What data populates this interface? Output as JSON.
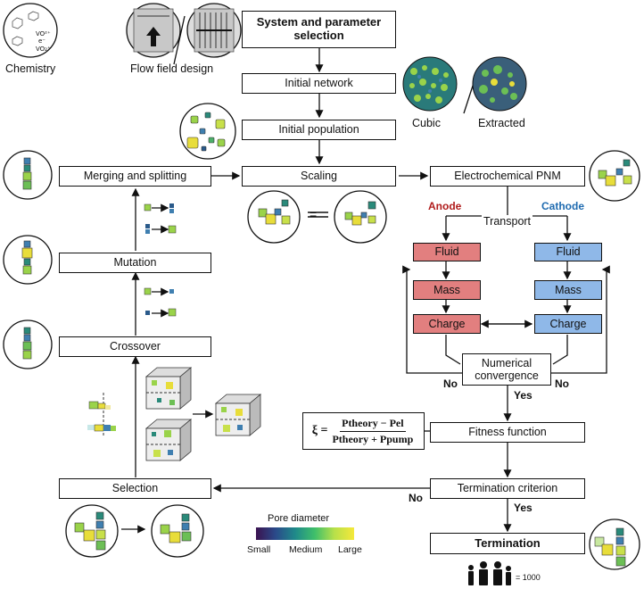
{
  "top": {
    "chemistry_label": "Chemistry",
    "flow_field_label": "Flow field design",
    "chemistry_formula": "VO²⁺ ⇄ e⁻ VO₂⁺",
    "cubic_label": "Cubic",
    "extracted_label": "Extracted"
  },
  "flow": {
    "system": "System and parameter selection",
    "initial_network": "Initial network",
    "initial_population": "Initial population",
    "scaling": "Scaling",
    "electrochemical_pnm": "Electrochemical PNM",
    "merging_splitting": "Merging and splitting",
    "mutation": "Mutation",
    "crossover": "Crossover",
    "selection": "Selection",
    "fitness_function": "Fitness function",
    "termination_criterion": "Termination criterion",
    "termination": "Termination"
  },
  "pnm": {
    "anode": "Anode",
    "cathode": "Cathode",
    "transport": "Transport",
    "fluid": "Fluid",
    "mass": "Mass",
    "charge": "Charge",
    "convergence": "Numerical convergence",
    "no": "No",
    "yes": "Yes"
  },
  "equation": {
    "xi": "ξ =",
    "numerator": "Ptheory − Pel",
    "denominator": "Ptheory + Ppump"
  },
  "legend": {
    "title": "Pore diameter",
    "small": "Small",
    "medium": "Medium",
    "large": "Large",
    "people_equals": "= 1000"
  },
  "branch": {
    "no": "No",
    "yes": "Yes"
  },
  "colors": {
    "anode": "#b01c1c",
    "cathode": "#1f6bb0",
    "anode_box": "#e27f7f",
    "cathode_box": "#8fb8e8"
  }
}
